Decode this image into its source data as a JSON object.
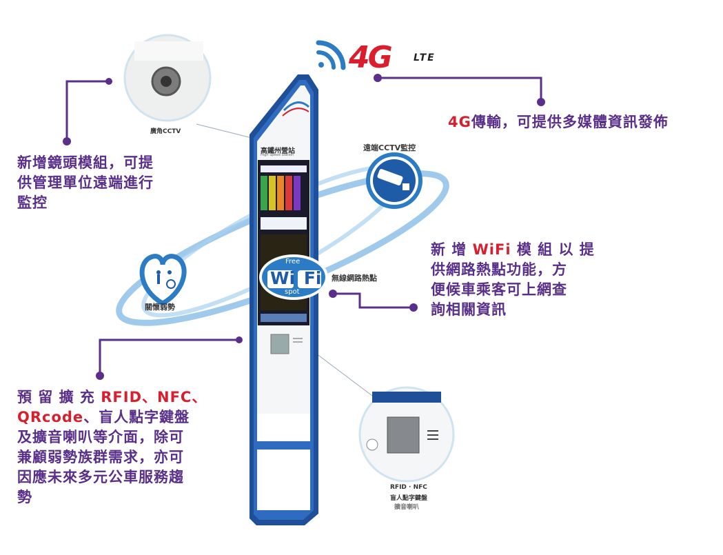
{
  "lte": {
    "logo_text": "4G",
    "lte_text": "LTE"
  },
  "callouts": {
    "lens": {
      "line1": "新增鏡頭模組，可提",
      "line2": "供管理單位遠端進行",
      "line3": "監控"
    },
    "lte": {
      "prefix": "4G",
      "text": "傳輸，可提供多媒體資訊發佈"
    },
    "wifi": {
      "line1_pre": "新 增 ",
      "line1_red": "WiFi",
      "line1_post": " 模 組 以 提",
      "line2": "供網路熱點功能，方",
      "line3": "便候車乘客可上網查",
      "line4": "詢相關資訊"
    },
    "rfid": {
      "line1_pre": "預 留 擴 充 ",
      "line1_red": "RFID、NFC、",
      "line2_red": "QRcode",
      "line2_post": "、盲人點字鍵盤",
      "line3": "及擴音喇叭等介面，除可",
      "line4": "兼顧弱勢族群需求，亦可",
      "line5": "因應未來多元公車服務趨",
      "line6": "勢"
    }
  },
  "labels": {
    "cctv_corner": "廣角CCTV",
    "remote_cctv": "遠端CCTV監控",
    "wireless": "無線網路熱點",
    "accessibility": "關懷弱勢",
    "rfid_line1": "RFID · NFC",
    "rfid_line2": "盲人點字鍵盤",
    "rfid_line3": "擴音喇叭"
  },
  "wifi_badge": {
    "free": "Free",
    "wifi": "Wi Fi",
    "spot": "spot"
  },
  "kiosk": {
    "station_name": "高鐵州營站",
    "station_sub": "High Speed Station"
  },
  "colors": {
    "accent_purple": "#5a2f8a",
    "accent_red": "#d91e2e",
    "kiosk_blue": "#1f4f98",
    "ring_blue": "#2b7cc4"
  }
}
